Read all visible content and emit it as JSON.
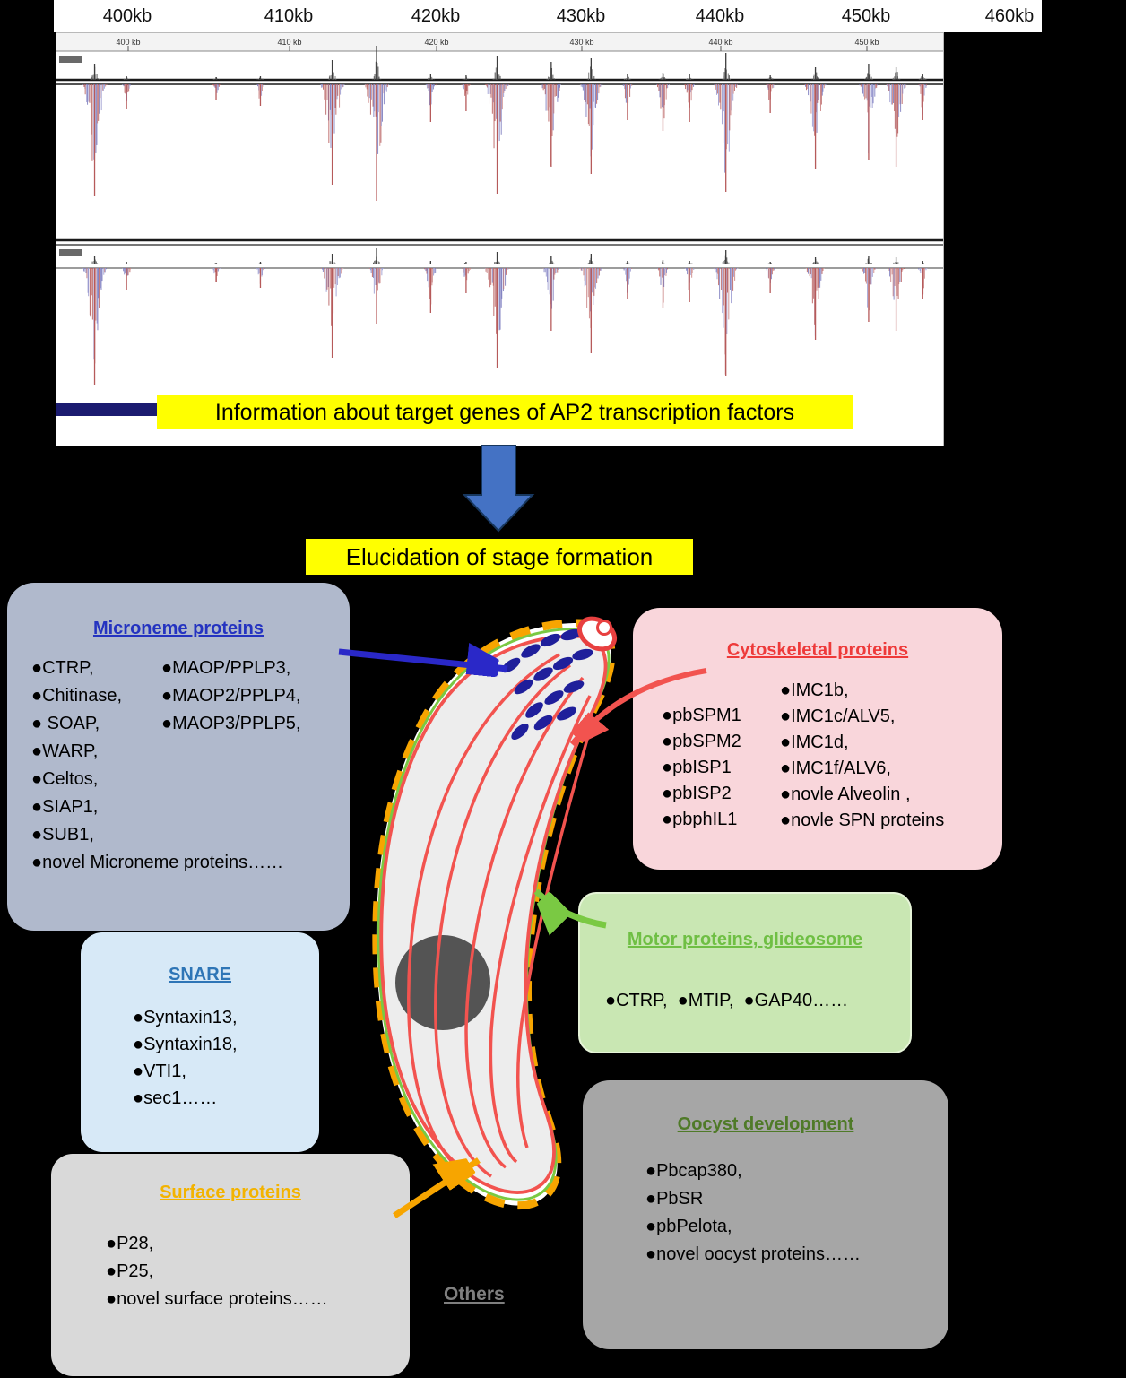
{
  "scale_labels": [
    "400kb",
    "410kb",
    "420kb",
    "430kb",
    "440kb",
    "450kb",
    "460kb"
  ],
  "browser": {
    "mini_scale_labels": [
      "400 kb",
      "410 kb",
      "420 kb",
      "430 kb",
      "440 kb",
      "450 kb"
    ],
    "peaks": {
      "x_frac": [
        0.043,
        0.079,
        0.18,
        0.23,
        0.311,
        0.361,
        0.422,
        0.462,
        0.497,
        0.558,
        0.603,
        0.644,
        0.684,
        0.714,
        0.755,
        0.805,
        0.856,
        0.916,
        0.947,
        0.977
      ],
      "track1_up": [
        18,
        4,
        3,
        4,
        22,
        38,
        6,
        5,
        26,
        20,
        24,
        6,
        8,
        6,
        30,
        5,
        14,
        18,
        14,
        6
      ],
      "track1_down": [
        125,
        28,
        18,
        24,
        112,
        130,
        42,
        30,
        122,
        92,
        100,
        40,
        52,
        42,
        120,
        32,
        95,
        85,
        92,
        40
      ],
      "track2_up": [
        10,
        3,
        2,
        3,
        12,
        18,
        4,
        3,
        14,
        10,
        12,
        4,
        5,
        4,
        16,
        3,
        8,
        10,
        8,
        4
      ],
      "track2_down": [
        130,
        24,
        16,
        22,
        100,
        62,
        50,
        28,
        112,
        70,
        95,
        35,
        45,
        38,
        120,
        28,
        80,
        60,
        70,
        35
      ]
    }
  },
  "banners": {
    "info": "Information about target genes of AP2 transcription factors",
    "elucidation": "Elucidation of stage formation"
  },
  "boxes": {
    "microneme": {
      "title": "Microneme proteins",
      "col1": [
        "●CTRP,",
        "●Chitinase,",
        "● SOAP,",
        "●WARP,",
        "●Celtos,",
        "●SIAP1,",
        "●SUB1,",
        "●novel Microneme proteins……"
      ],
      "col2": [
        "●MAOP/PPLP3,",
        "●MAOP2/PPLP4,",
        "●MAOP3/PPLP5,"
      ]
    },
    "cytoskeletal": {
      "title": "Cytoskeletal proteins",
      "col1": [
        "●pbSPM1",
        "●pbSPM2",
        "●pbISP1",
        "●pbISP2",
        "●pbphIL1"
      ],
      "col2": [
        "●IMC1b,",
        "●IMC1c/ALV5,",
        "●IMC1d,",
        "●IMC1f/ALV6,",
        "●novle Alveolin ,",
        "●novle SPN proteins"
      ]
    },
    "snare": {
      "title": "SNARE",
      "items": [
        "●Syntaxin13,",
        "●Syntaxin18,",
        "●VTI1,",
        "●sec1……"
      ]
    },
    "motor": {
      "title": "Motor proteins, glideosome",
      "items_line": "●CTRP,  ●MTIP,  ●GAP40……"
    },
    "surface": {
      "title": "Surface proteins",
      "items": [
        "●P28,",
        "●P25,",
        "●novel surface proteins……"
      ]
    },
    "oocyst": {
      "title": "Oocyst development",
      "items": [
        "●Pbcap380,",
        "●PbSR",
        "●pbPelota,",
        "●novel oocyst proteins……"
      ]
    }
  },
  "others_label": "Others",
  "colors": {
    "banner_bg": "#ffff00",
    "flow_arrow_blue": "#4472c4",
    "microneme_bg": "#b0b9cc",
    "microneme_title": "#2433c0",
    "cytoskeletal_bg": "#f9d6db",
    "cytoskeletal_title": "#ee3a3a",
    "snare_bg": "#d7e9f7",
    "snare_title": "#2e75b6",
    "motor_bg": "#c9e7b3",
    "motor_title": "#6fbf44",
    "surface_bg": "#d9d9d9",
    "surface_title": "#f3b300",
    "oocyst_bg": "#a6a6a6",
    "oocyst_title": "#4f7a28",
    "others": "#7f7f7f",
    "cell_outline_orange": "#f7a500",
    "cell_red": "#f2534f",
    "cell_green": "#7ac943",
    "microneme_dot_blue": "#1f1f9b",
    "gene_bar_navy": "#1b1b70"
  }
}
